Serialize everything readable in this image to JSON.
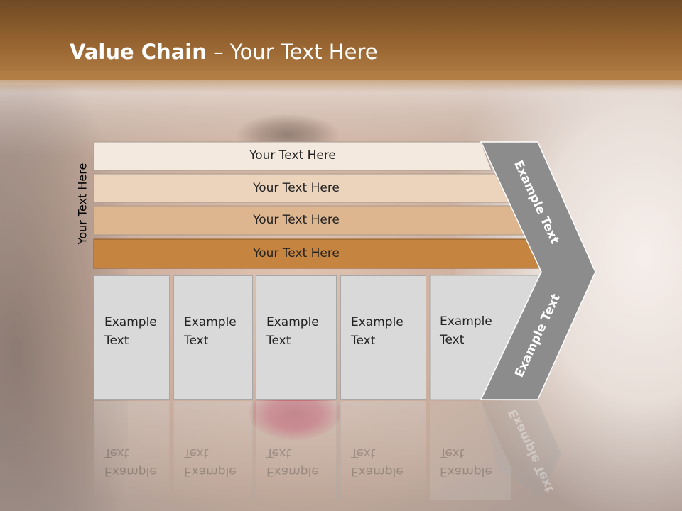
{
  "slide": {
    "title_bold": "Value Chain",
    "title_rest": " – Your Text Here",
    "side_label": "Your Text Here"
  },
  "bars": [
    {
      "label": "Your Text Here",
      "color": "#f3e9df"
    },
    {
      "label": "Your Text Here",
      "color": "#ebd3bc"
    },
    {
      "label": "Your Text Here",
      "color": "#ddb58e"
    },
    {
      "label": "Your Text Here",
      "color": "#c5843f"
    }
  ],
  "cells": [
    {
      "line1": "Example",
      "line2": "Text"
    },
    {
      "line1": "Example",
      "line2": "Text"
    },
    {
      "line1": "Example",
      "line2": "Text"
    },
    {
      "line1": "Example",
      "line2": "Text"
    },
    {
      "line1": "Example",
      "line2": "Text"
    }
  ],
  "chevron": {
    "upper_label": "Example Text",
    "lower_label": "Example Text",
    "color": "#8c8c8c"
  }
}
